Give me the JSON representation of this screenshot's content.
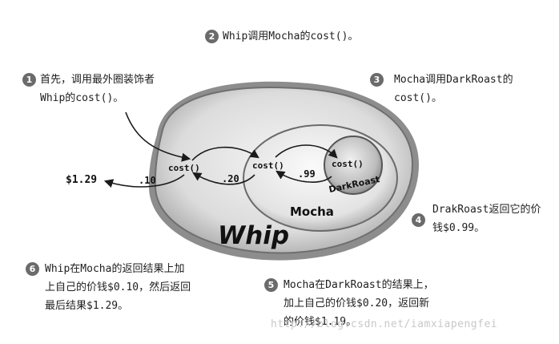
{
  "steps": [
    {
      "num": "1",
      "lines": [
        "首先，调用最外圈装饰者",
        "Whip的cost()。"
      ]
    },
    {
      "num": "2",
      "lines": [
        "Whip调用Mocha的cost()。"
      ]
    },
    {
      "num": "3",
      "lines": [
        "Mocha调用DarkRoast的",
        "cost()。"
      ]
    },
    {
      "num": "4",
      "lines": [
        "DrakRoast返回它的价",
        "钱$0.99。"
      ]
    },
    {
      "num": "5",
      "lines": [
        "Mocha在DarkRoast的结果上，",
        "加上自己的价钱$0.20，返回新",
        "的价钱$1.19。"
      ]
    },
    {
      "num": "6",
      "lines": [
        "Whip在Mocha的返回结果上加",
        "上自己的价钱$0.10，然后返回",
        "最后结果$1.29。"
      ]
    }
  ],
  "diagram": {
    "layers": {
      "outer": "Whip",
      "middle": "Mocha",
      "inner": "DarkRoast"
    },
    "cost_calls": [
      "cost()",
      "cost()",
      "cost()"
    ],
    "return_values": {
      "final": "$1.29",
      "whip_add": ".10",
      "mocha_add": ".20",
      "darkroast": ".99"
    }
  },
  "watermark": "http://blog.csdn.net/iamxiapengfei"
}
